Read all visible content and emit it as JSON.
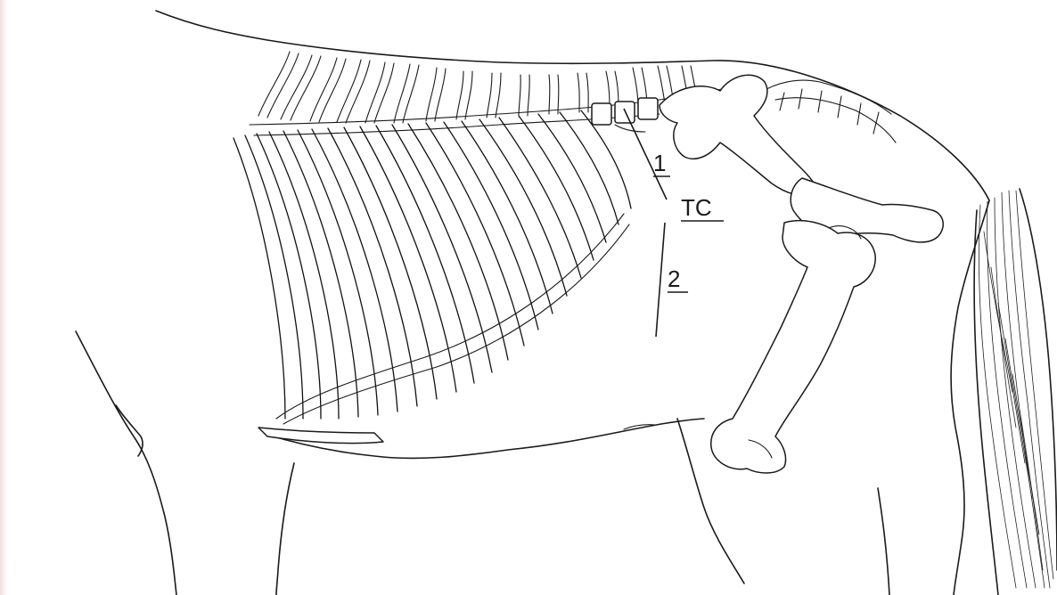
{
  "labels": {
    "one": "1",
    "tc": "TC",
    "two": "2"
  },
  "colors": {
    "ink": "#1a1a1a",
    "background": "#ffffff"
  }
}
